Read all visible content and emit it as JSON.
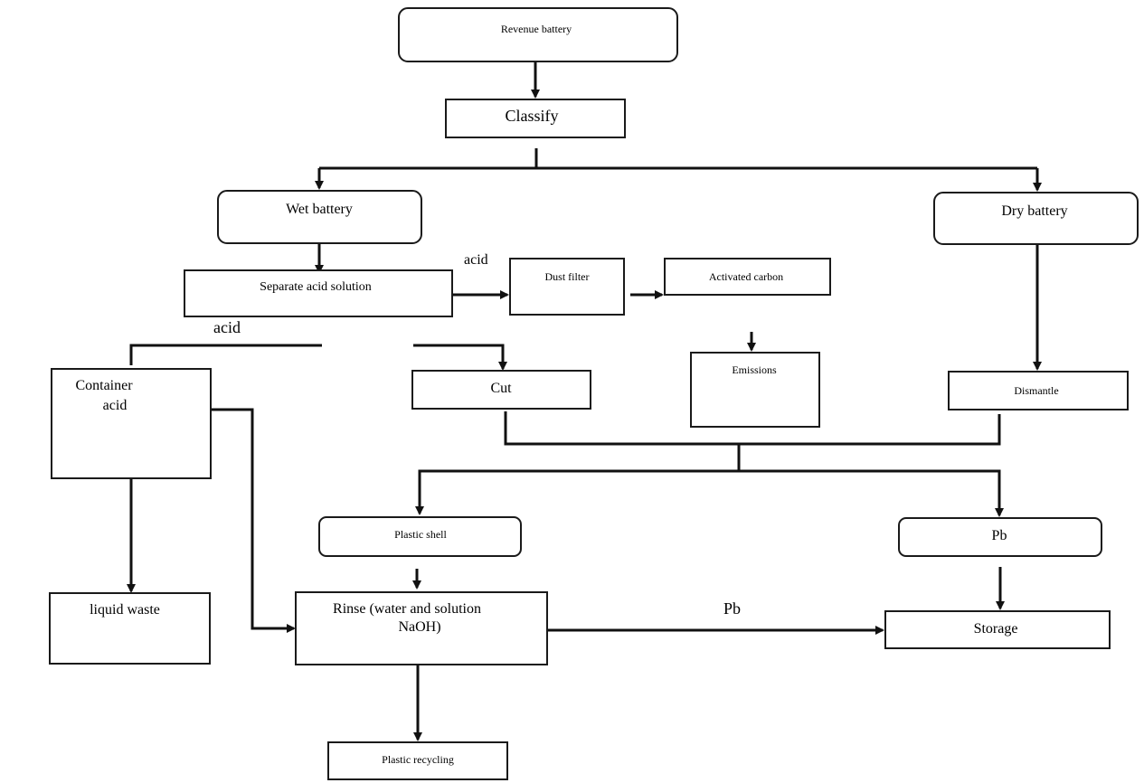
{
  "nodes": {
    "revenue_battery": "Revenue battery",
    "classify": "Classify",
    "wet_battery": "Wet battery",
    "dry_battery": "Dry battery",
    "separate_acid": "Separate acid solution",
    "dust_filter": "Dust filter",
    "activated_carbon": "Activated carbon",
    "container_acid_line1": "Container",
    "container_acid_line2": "acid",
    "cut": "Cut",
    "emissions": "Emissions",
    "dismantle": "Dismantle",
    "plastic_shell": "Plastic shell",
    "pb": "Pb",
    "liquid_waste": "liquid waste",
    "rinse_line1": "Rinse (water and solution",
    "rinse_line2": "NaOH)",
    "storage": "Storage",
    "plastic_recycling": "Plastic recycling"
  },
  "edge_labels": {
    "acid_to_filter": "acid",
    "acid_split": "acid",
    "pb_to_storage": "Pb"
  }
}
